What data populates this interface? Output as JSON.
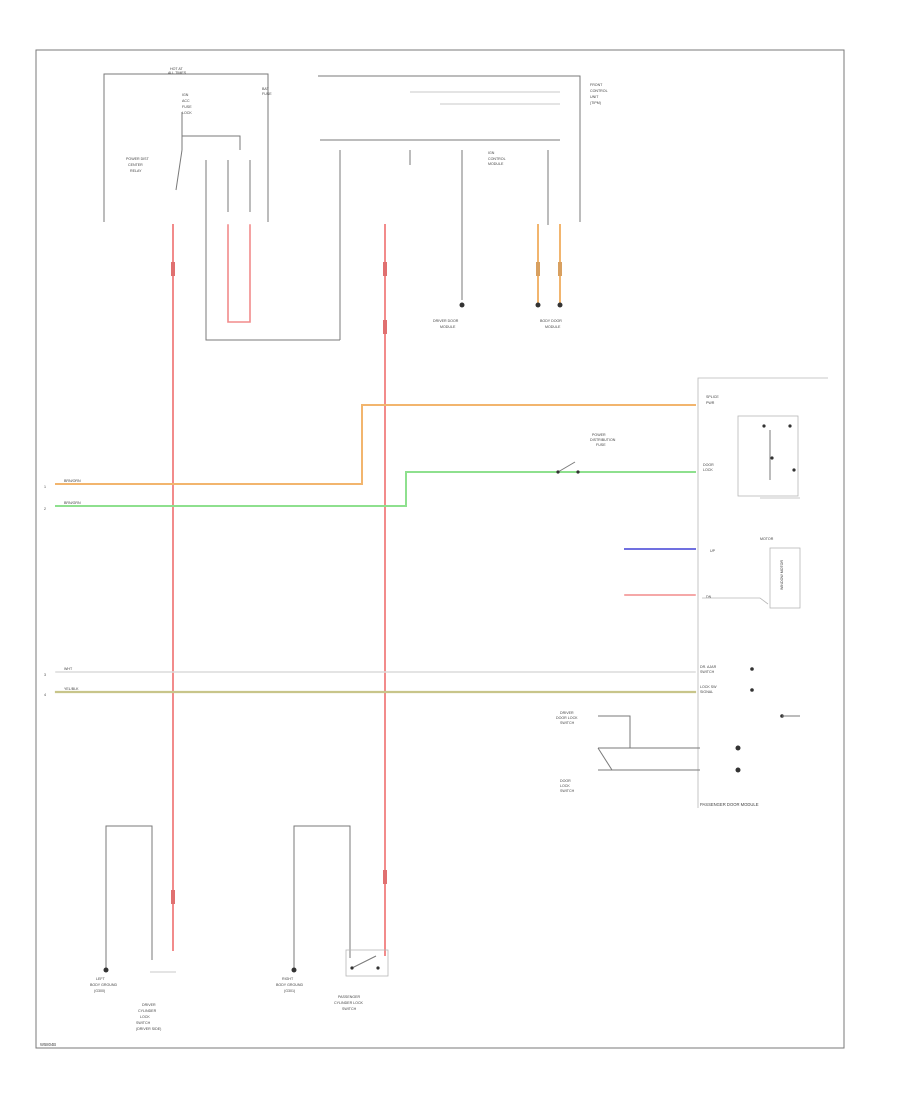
{
  "diagram": {
    "footer_code": "W5804B",
    "title": "PASSENGER DOOR MODULE",
    "colors": {
      "red": "#f28b8b",
      "orange": "#f2b56e",
      "green": "#8ee08e",
      "blue": "#7070e0",
      "olive": "#c8c58a",
      "frame": "#7a7a7a"
    },
    "connector_labels": {
      "left_orange": "BRN/ORN",
      "left_green": "BRN/GRN",
      "left_white": "WHT",
      "left_olive": "YEL/BLK"
    }
  }
}
